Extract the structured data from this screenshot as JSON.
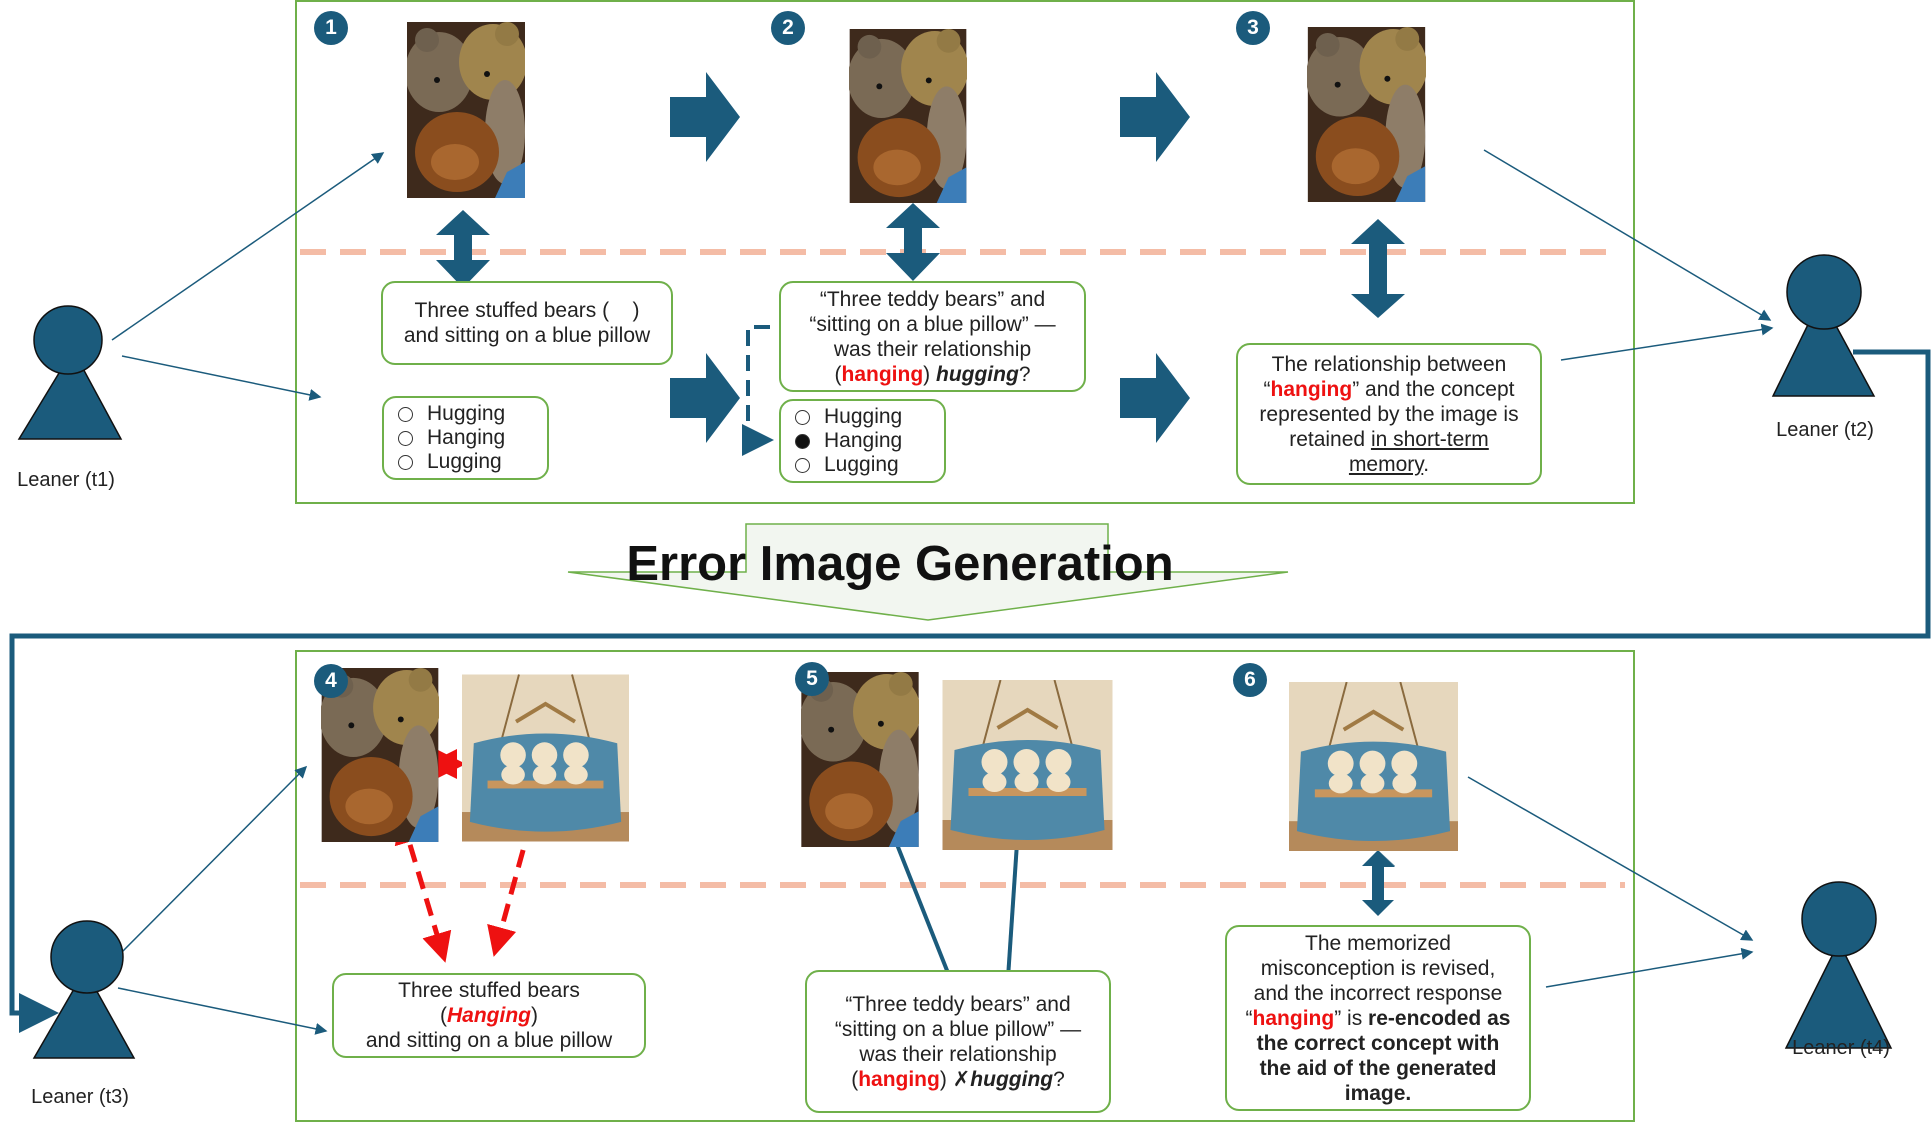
{
  "colors": {
    "panel_border": "#6fb04a",
    "arrow_fill": "#1b5b7c",
    "dash_line": "#f4bca6",
    "error_red": "#e11111"
  },
  "title": "Error Image Generation",
  "learners": {
    "t1": "Leaner (t1)",
    "t2": "Leaner (t2)",
    "t3": "Leaner (t3)",
    "t4": "Leaner (t4)"
  },
  "steps": [
    "1",
    "2",
    "3",
    "4",
    "5",
    "6"
  ],
  "images": {
    "teddy": "photo of three teddy bears huddled together",
    "pillow": "generated image of teddy bears on a hanging shelf with a blue pillow"
  },
  "step1": {
    "sentence_a": "Three stuffed bears (",
    "sentence_blank": "    ",
    "sentence_b": ")",
    "sentence_c": "and sitting on a blue pillow",
    "options": [
      "Hugging",
      "Hanging",
      "Lugging"
    ]
  },
  "step2": {
    "line1": "“Three teddy bears” and",
    "line2": "“sitting on a blue pillow” —",
    "line3": "was their relationship",
    "paren_open": "(",
    "wrong": "hanging",
    "paren_close": ")",
    "correct": "hugging",
    "qmark": "?",
    "options": [
      "Hugging",
      "Hanging",
      "Lugging"
    ],
    "selected_index": 1
  },
  "step3": {
    "text_a": "The relationship between",
    "quote_open": "“",
    "wrong": "hanging",
    "text_b": "” and the concept",
    "text_c": "represented by the image is",
    "text_d": "retained",
    "underlined": "in short-term",
    "underlined2": "memory",
    "period": "."
  },
  "step4": {
    "line1": "Three stuffed bears",
    "paren_open": "(",
    "wrong": "Hanging",
    "paren_close": ")",
    "line3": "and sitting on a blue pillow"
  },
  "step5": {
    "line1": "“Three teddy bears” and",
    "line2": "“sitting on a blue pillow” —",
    "line3": "was their relationship",
    "paren_open": "(",
    "wrong": "hanging",
    "paren_close": ")",
    "mark": "✗",
    "correct": "hugging",
    "qmark": "?"
  },
  "step6": {
    "line1": "The memorized",
    "line2": "misconception is revised,",
    "line3": "and the incorrect response",
    "quote_open": "“",
    "wrong": "hanging",
    "quote_close": "” is",
    "bold1": "re-encoded as",
    "bold2": "the correct concept with",
    "bold3": "the aid of the generated",
    "bold4": "image."
  }
}
